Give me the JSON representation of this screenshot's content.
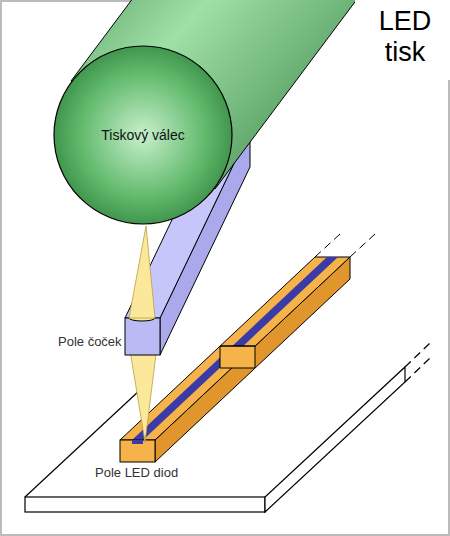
{
  "diagram": {
    "title": "LED tisk",
    "nodes": [
      {
        "text": [
          "Tiskový válec"
        ]
      }
    ],
    "labels": [
      "Pole čoček",
      "Pole LED diod"
    ]
  }
}
